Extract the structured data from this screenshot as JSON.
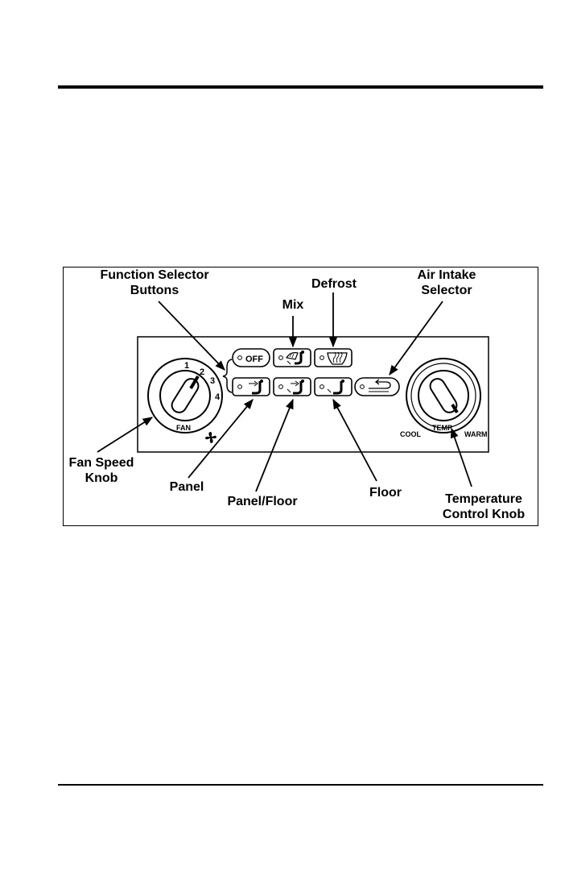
{
  "callouts": {
    "function_selector": [
      "Function Selector",
      "Buttons"
    ],
    "defrost": "Defrost",
    "mix": "Mix",
    "air_intake": [
      "Air Intake",
      "Selector"
    ],
    "fan_speed": [
      "Fan Speed",
      "Knob"
    ],
    "panel": "Panel",
    "panel_floor": "Panel/Floor",
    "floor": "Floor",
    "temperature": [
      "Temperature",
      "Control Knob"
    ]
  },
  "panel": {
    "fan_numbers": [
      "1",
      "2",
      "3",
      "4"
    ],
    "fan_label": "FAN",
    "off_label": "OFF",
    "temp_label": "TEMP",
    "cool_label": "COOL",
    "warm_label": "WARM"
  },
  "icons": [
    "fan-icon",
    "defrost-icon",
    "mix-icon",
    "panel-vent-icon",
    "panel-floor-icon",
    "floor-vent-icon",
    "recirculation-icon"
  ]
}
